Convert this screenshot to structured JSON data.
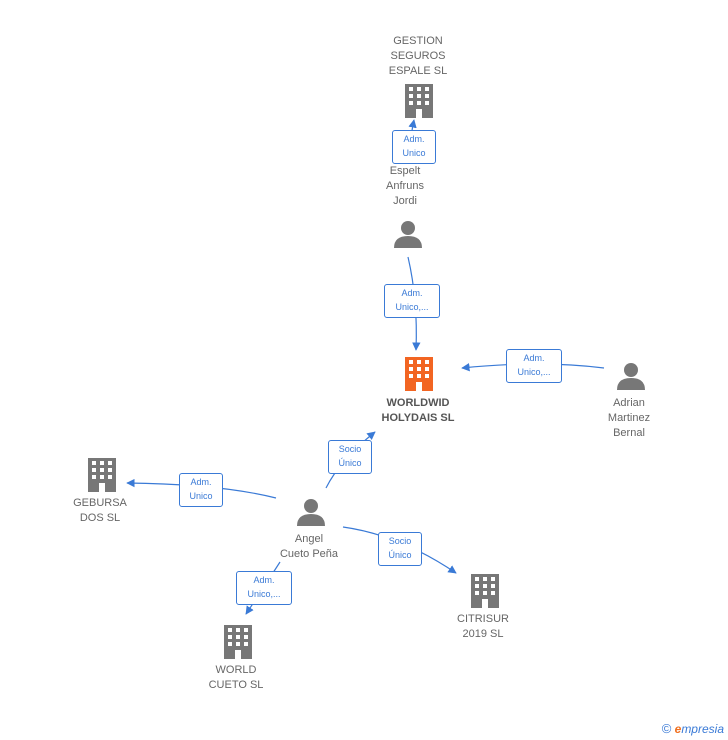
{
  "nodes": {
    "gestion": {
      "lines": [
        "GESTION",
        "SEGUROS",
        "ESPALE  SL"
      ],
      "kind": "company"
    },
    "espelt": {
      "lines": [
        "Espelt",
        "Anfruns",
        "Jordi"
      ],
      "kind": "person"
    },
    "worldwid": {
      "lines": [
        "WORLDWID",
        "HOLYDAIS  SL"
      ],
      "kind": "company",
      "focus": true
    },
    "adrian": {
      "lines": [
        "Adrian",
        "Martinez",
        "Bernal"
      ],
      "kind": "person"
    },
    "geburs": {
      "lines": [
        "GEBURSA",
        "DOS  SL"
      ],
      "kind": "company"
    },
    "angel": {
      "lines": [
        "Angel",
        "Cueto Peña"
      ],
      "kind": "person"
    },
    "citrisur": {
      "lines": [
        "CITRISUR",
        "2019  SL"
      ],
      "kind": "company"
    },
    "worldcueto": {
      "lines": [
        "WORLD",
        "CUETO  SL"
      ],
      "kind": "company"
    }
  },
  "edges": {
    "espelt_gestion": {
      "lines": [
        "Adm.",
        "Unico"
      ]
    },
    "espelt_worldwid": {
      "lines": [
        "Adm.",
        "Unico,..."
      ]
    },
    "adrian_worldwid": {
      "lines": [
        "Adm.",
        "Unico,..."
      ]
    },
    "angel_worldwid": {
      "lines": [
        "Socio",
        "Único"
      ]
    },
    "angel_geburs": {
      "lines": [
        "Adm.",
        "Unico"
      ]
    },
    "angel_citrisur": {
      "lines": [
        "Socio",
        "Único"
      ]
    },
    "angel_worldcueto": {
      "lines": [
        "Adm.",
        "Unico,..."
      ]
    }
  },
  "colors": {
    "company": "#777777",
    "focus": "#f26522",
    "person": "#777777",
    "edge": "#3a7ad6"
  },
  "footer": {
    "copyright": "©",
    "brand_first": "e",
    "brand_rest": "mpresia"
  }
}
